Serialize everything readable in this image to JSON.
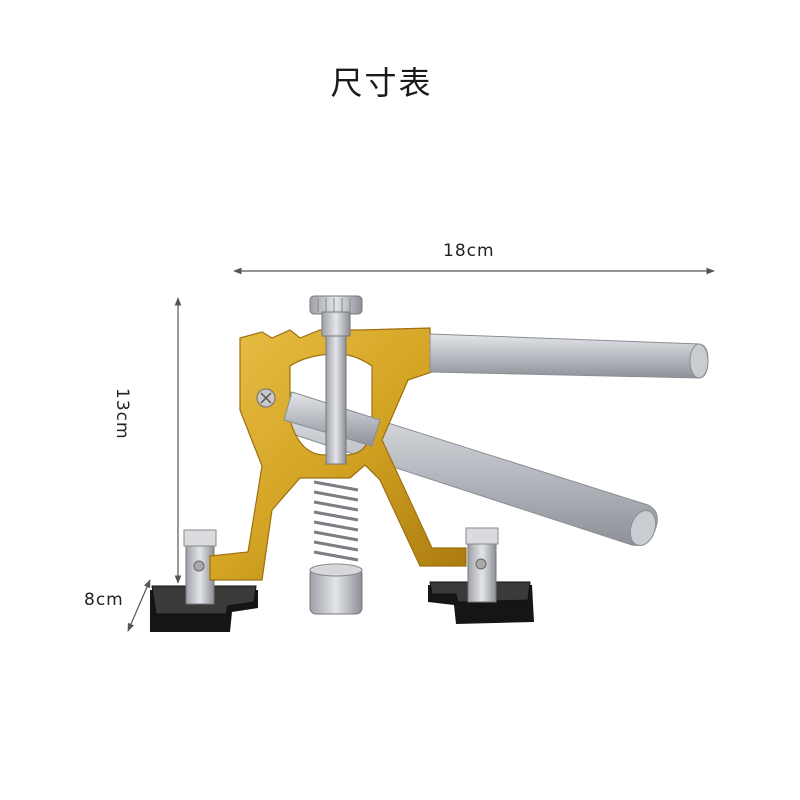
{
  "title": "尺寸表",
  "dimensions": {
    "width": "18cm",
    "height": "13cm",
    "depth": "8cm"
  },
  "colors": {
    "frame": "#d6a62a",
    "frame_shadow": "#a57a14",
    "handle": "#b9bcc2",
    "pad": "#1b1b1b",
    "dimension_line": "#555555"
  }
}
